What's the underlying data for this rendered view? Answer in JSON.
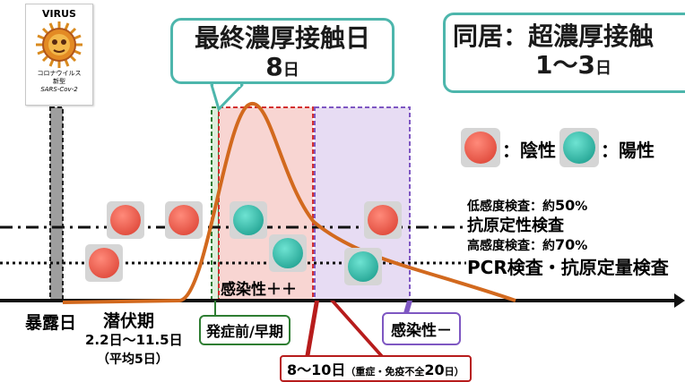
{
  "virus_card": {
    "title": "VIRUS",
    "caption_line1": "コロナウイルス",
    "caption_line2": "新型",
    "caption_line3": "SARS-Cov-2"
  },
  "callout_last_contact": {
    "title": "最終濃厚接触日",
    "value": "8",
    "unit": "日"
  },
  "callout_cohabitant": {
    "title": "同居：超濃厚接触",
    "value": "1〜3",
    "unit": "日"
  },
  "legend": {
    "negative_label": "：陰性",
    "positive_label": "：陽性"
  },
  "test_rows": {
    "low_sensitivity_prefix": "低感度検査：約",
    "low_sensitivity_value": "50",
    "low_sensitivity_unit": "%",
    "low_sensitivity_name": "抗原定性検査",
    "high_sensitivity_prefix": "高感度検査：約",
    "high_sensitivity_value": "70",
    "high_sensitivity_unit": "%",
    "high_sensitivity_name": "PCR検査・抗原定量検査"
  },
  "timeline": {
    "exposure_day": "暴露日",
    "incubation_title": "潜伏期",
    "incubation_range": "2.2日〜11.5日",
    "incubation_avg": "（平均5日）",
    "infectivity_high": "感染性＋＋",
    "pre_onset": "発症前/早期",
    "infectivity_neg": "感染性－",
    "period_value": "8〜10日",
    "period_note_prefix": "（重症・免疫不全",
    "period_note_value": "20",
    "period_note_suffix": "日）"
  },
  "colors": {
    "negative": "#e8483a",
    "positive": "#1fa89a",
    "curve": "#d2691e",
    "callout_border": "#4db6ac",
    "pre_onset_border": "#2e7d32",
    "high_zone_border": "#d32f2f",
    "neg_zone_border": "#7e57c2",
    "period_border": "#b71c1c"
  }
}
